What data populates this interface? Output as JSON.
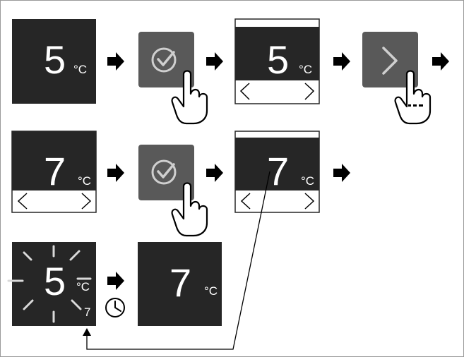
{
  "steps": {
    "s1": {
      "value": "5",
      "unit": "°C"
    },
    "s3": {
      "value": "5",
      "unit": "°C"
    },
    "s5": {
      "value": "7",
      "unit": "°C"
    },
    "s7": {
      "value": "7",
      "unit": "°C"
    },
    "s8": {
      "value": "5",
      "unit": "°C",
      "small_value": "7"
    },
    "s9": {
      "value": "7",
      "unit": "°C"
    }
  },
  "colors": {
    "display": "#262626",
    "button": "#595959",
    "arrow": "#000000"
  },
  "icons": [
    "confirm-check-icon",
    "next-chevron-icon",
    "pointing-hand-icon",
    "timer-clock-icon",
    "arrow-right-icon"
  ]
}
